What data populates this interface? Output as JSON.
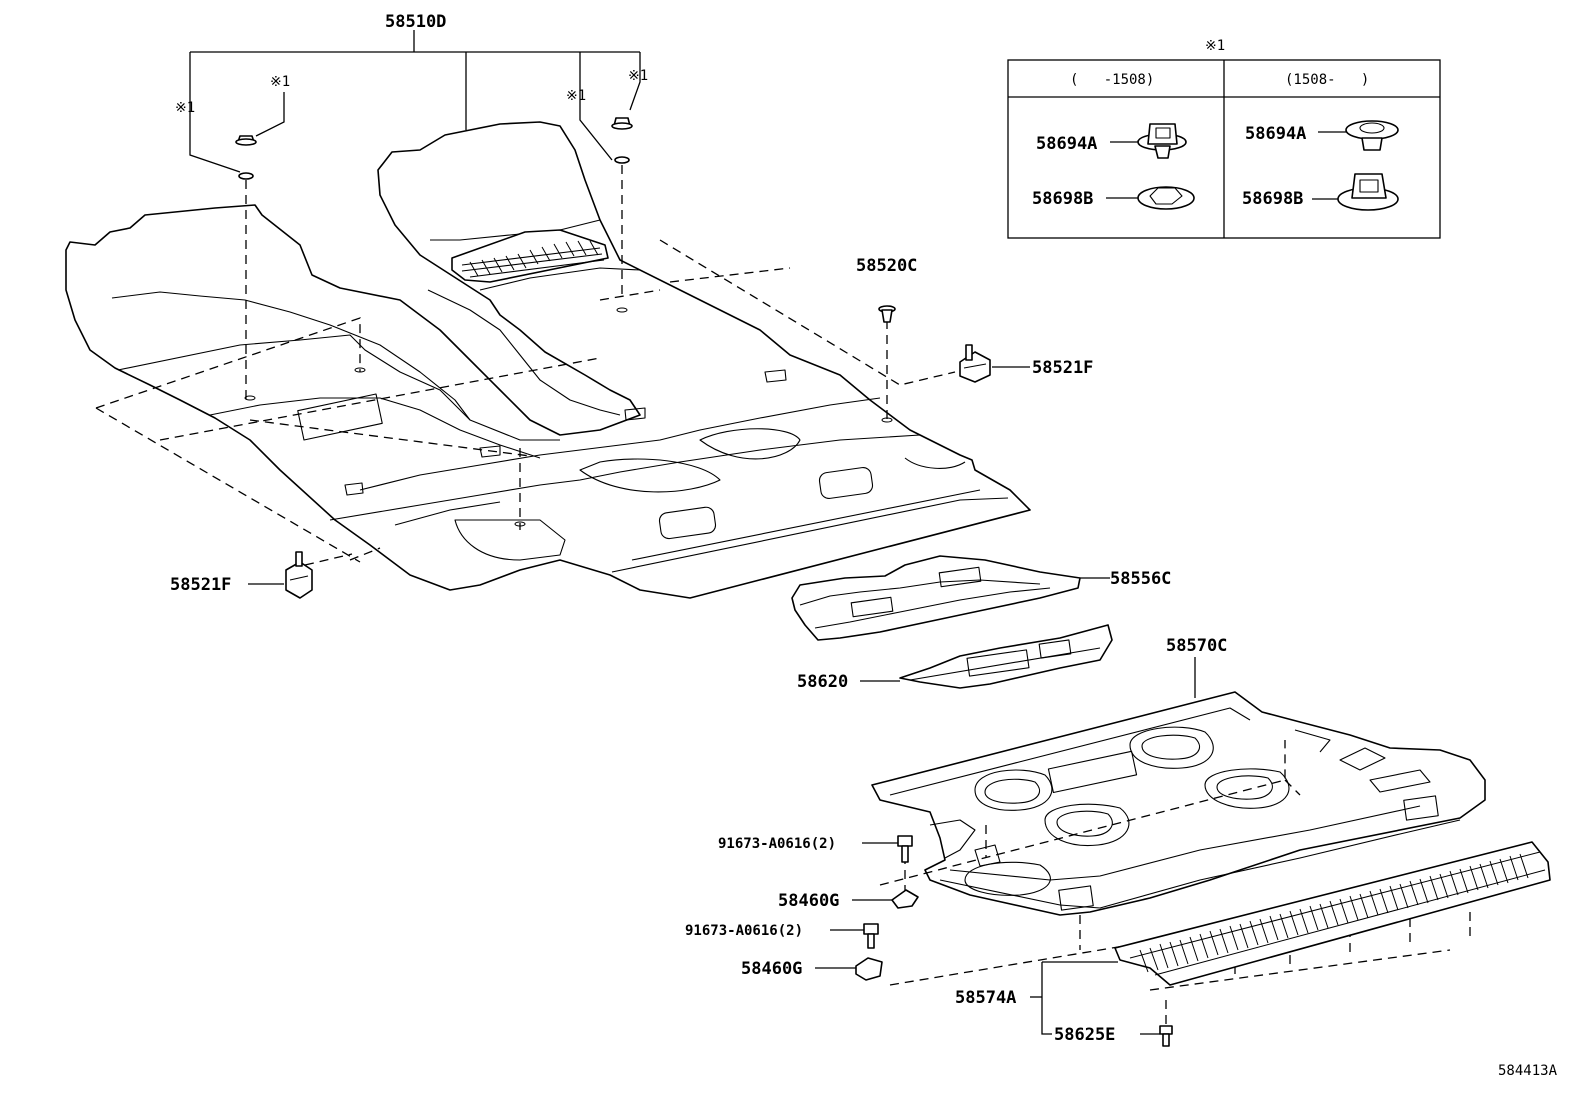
{
  "diagram": {
    "part_labels": {
      "floor_carpet_front": "58510D",
      "clip_left": "58521F",
      "clip_right": "58521F",
      "plug": "58520C",
      "carpet_center": "58556C",
      "center_plate": "58620",
      "floor_carpet_rear": "58570C",
      "screw_upper": "91673-A0616(2)",
      "clip_upper": "58460G",
      "screw_lower": "91673-A0616(2)",
      "clip_lower": "58460G",
      "scuff_plate": "58574A",
      "scuff_clip": "58625E"
    },
    "note_marks": {
      "mark_1": "※1",
      "mark_2": "※1",
      "mark_3": "※1",
      "mark_4": "※1",
      "table_title": "※1"
    },
    "inset_table": {
      "col_left_header": "(   -1508)",
      "col_right_header": "(1508-   )",
      "left_top": "58694A",
      "left_bottom": "58698B",
      "right_top": "58694A",
      "right_bottom": "58698B"
    },
    "illustration_number": "584413A"
  }
}
